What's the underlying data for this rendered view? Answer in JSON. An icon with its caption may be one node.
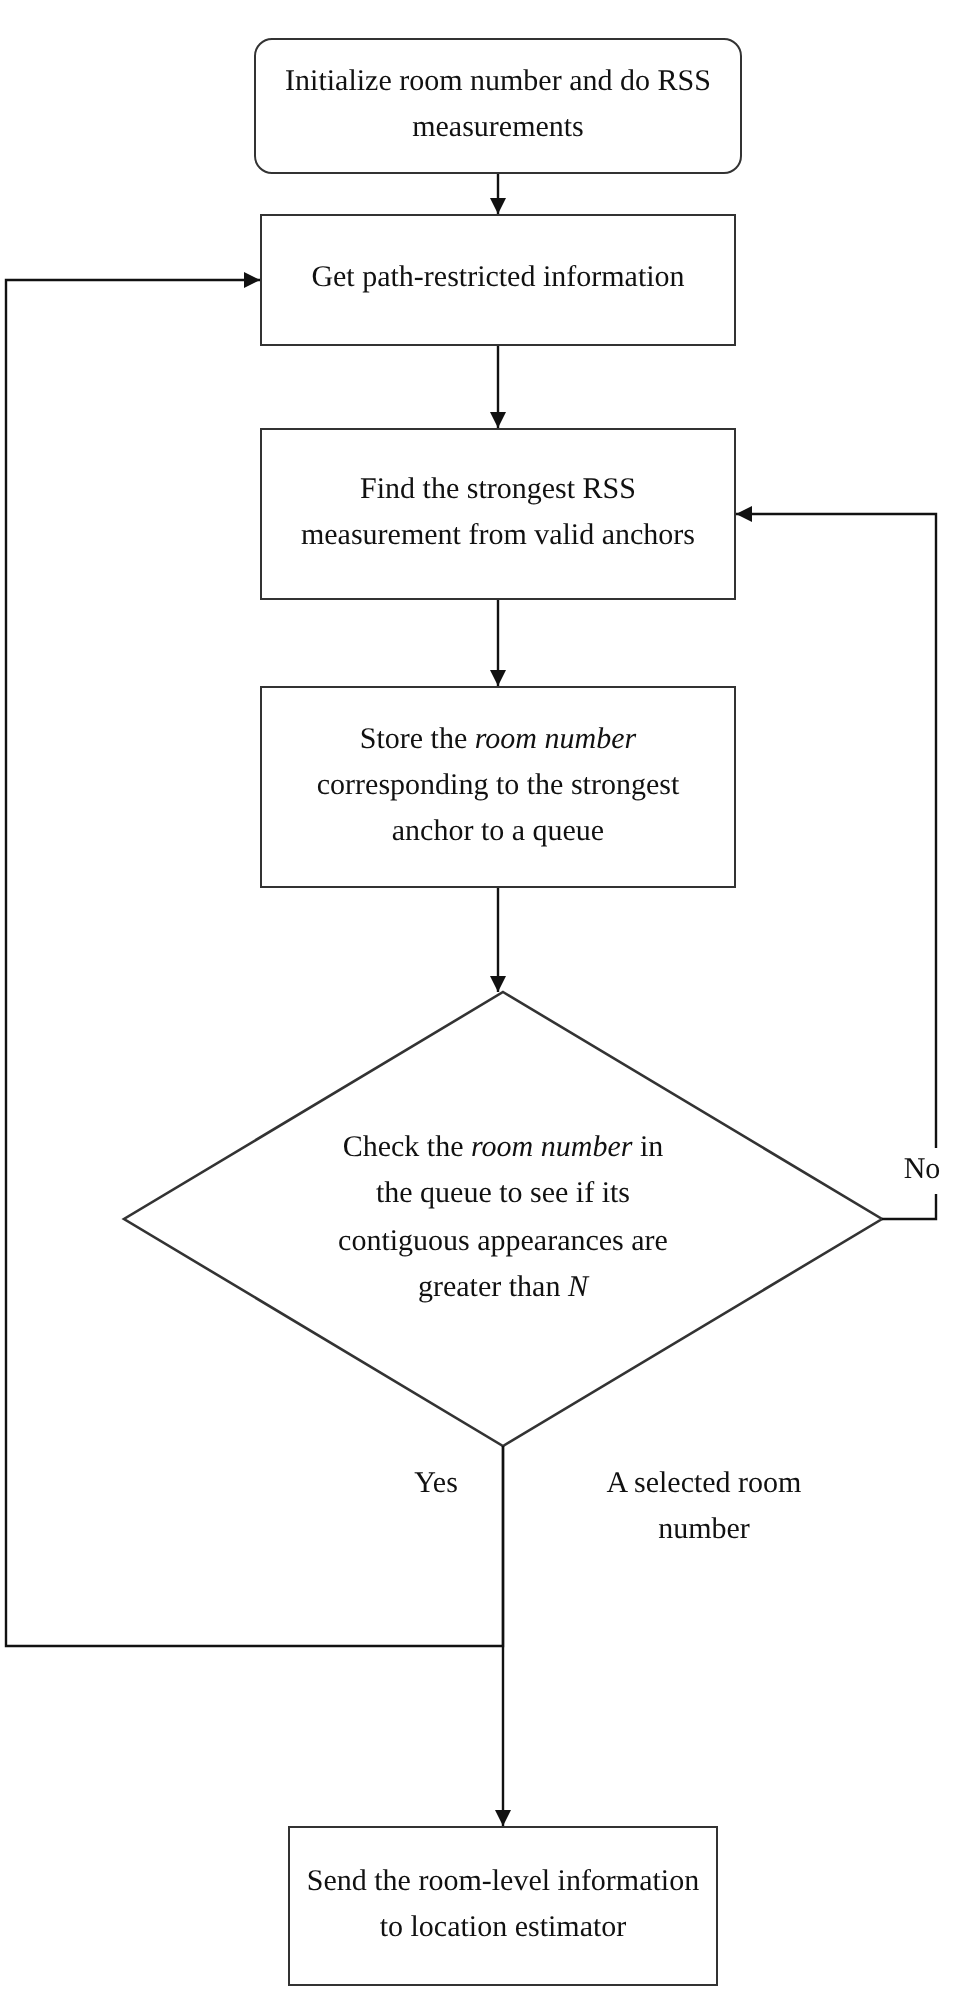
{
  "diagram": {
    "nodes": [
      {
        "text": [
          "Initialize room number and do RSS measurements"
        ]
      },
      {
        "text": [
          "Get path-restricted information"
        ]
      },
      {
        "text": [
          "Find the strongest RSS measurement from valid anchors"
        ]
      },
      {
        "text": [
          "Store the *room number* corresponding to the strongest anchor to a queue"
        ]
      },
      {
        "text": [
          "Check the *room number* in the queue to see if its contiguous appearances are greater than *N*"
        ]
      },
      {
        "text": [
          "Send the room-level information to location estimator"
        ]
      }
    ],
    "edges": [
      {
        "from": 0,
        "to": 1,
        "arrow": "to"
      },
      {
        "from": 1,
        "to": 2,
        "arrow": "to"
      },
      {
        "from": 2,
        "to": 3,
        "arrow": "to"
      },
      {
        "from": 3,
        "to": 4,
        "arrow": "to"
      },
      {
        "from": 4,
        "to": 2,
        "arrow": "to",
        "label": "No"
      },
      {
        "from": 4,
        "to": 1,
        "arrow": "to",
        "label": "Yes"
      },
      {
        "from": 4,
        "to": 5,
        "arrow": "to",
        "label": "A selected room number"
      }
    ]
  }
}
